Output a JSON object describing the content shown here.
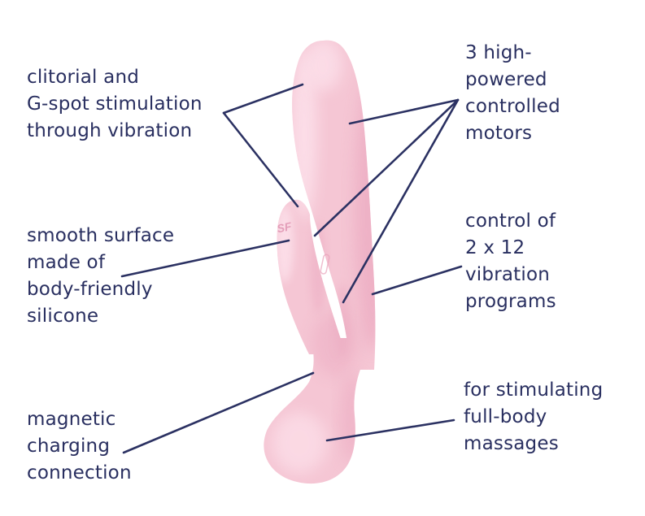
{
  "colors": {
    "background": "#ffffff",
    "text_navy": "#292f60",
    "line_navy": "#2b3162",
    "device_pink": "#f5c6d4",
    "device_pink_light": "#fcdfe9",
    "device_pink_dark": "#eba9c0",
    "logo_pink": "#de8fae"
  },
  "device": {
    "logo_text": "SF"
  },
  "labels": {
    "left": [
      {
        "id": "clitoral-stimulation",
        "lines": [
          "clitorial and",
          "G-spot stimulation",
          "through vibration"
        ]
      },
      {
        "id": "silicone-surface",
        "lines": [
          "smooth surface",
          "made of",
          "body-friendly",
          "silicone"
        ]
      },
      {
        "id": "magnetic-charging",
        "lines": [
          "magnetic",
          "charging",
          "connection"
        ]
      }
    ],
    "right": [
      {
        "id": "motors",
        "lines": [
          "3 high-",
          "powered",
          "controlled",
          "motors"
        ]
      },
      {
        "id": "vibration-programs",
        "lines": [
          "control of",
          "2 x 12",
          "vibration",
          "programs"
        ]
      },
      {
        "id": "full-body-massage",
        "lines": [
          "for stimulating",
          "full-body",
          "massages"
        ]
      }
    ]
  }
}
